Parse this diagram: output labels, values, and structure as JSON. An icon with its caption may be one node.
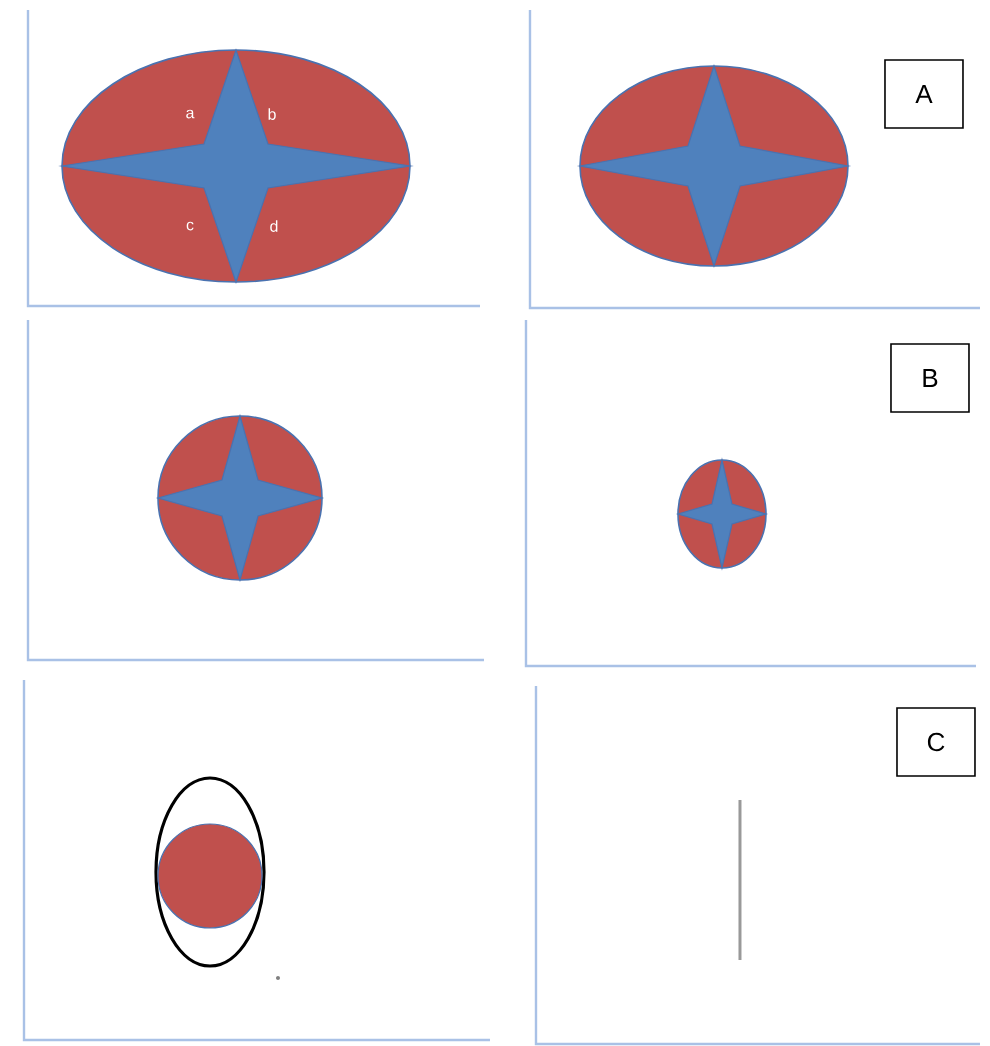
{
  "diagram": {
    "nodes": [
      {
        "text": [
          "A"
        ]
      },
      {
        "text": [
          "B"
        ]
      },
      {
        "text": [
          "C"
        ]
      }
    ],
    "labels": [
      "a",
      "b",
      "c",
      "d"
    ]
  }
}
